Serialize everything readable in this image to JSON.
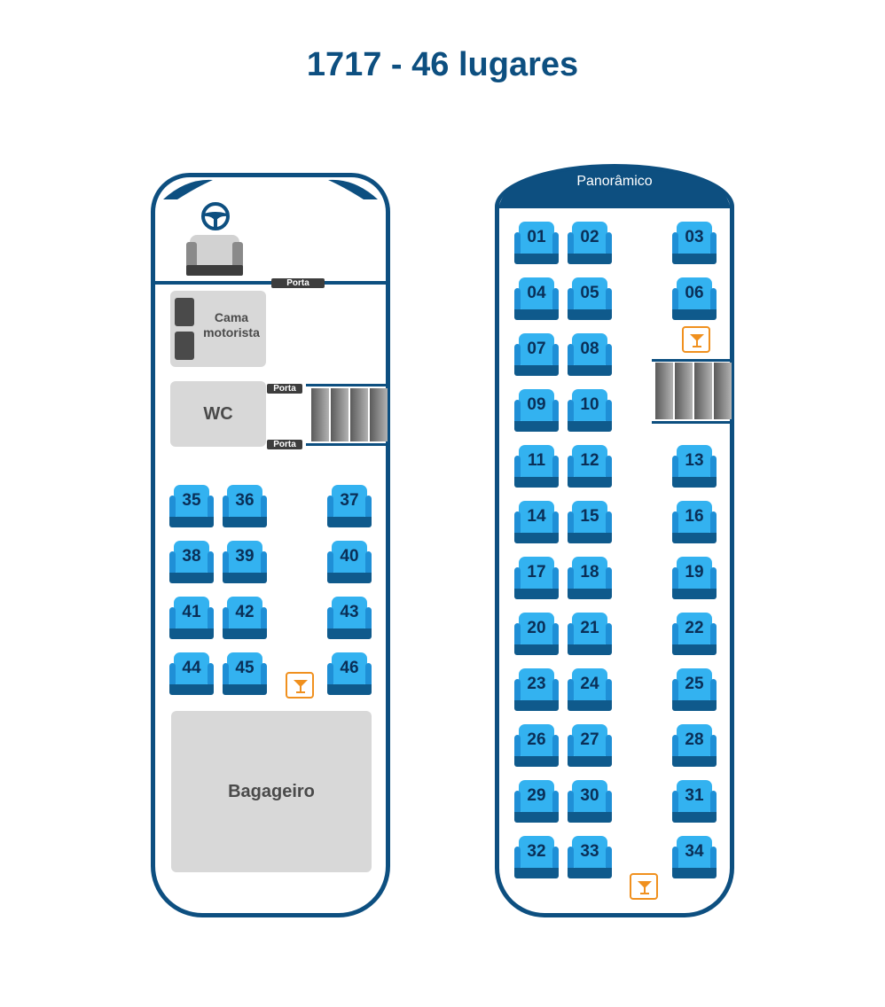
{
  "title": "1717 - 46 lugares",
  "lower_deck": {
    "porta_label": "Porta",
    "cama_label": "Cama motorista",
    "wc_label": "WC",
    "bagageiro_label": "Bagageiro",
    "seats": [
      "35",
      "36",
      "37",
      "38",
      "39",
      "40",
      "41",
      "42",
      "43",
      "44",
      "45",
      "46"
    ]
  },
  "upper_deck": {
    "label": "Panorâmico",
    "seats": [
      "01",
      "02",
      "03",
      "04",
      "05",
      "06",
      "07",
      "08",
      "09",
      "10",
      "11",
      "12",
      "13",
      "14",
      "15",
      "16",
      "17",
      "18",
      "19",
      "20",
      "21",
      "22",
      "23",
      "24",
      "25",
      "26",
      "27",
      "28",
      "29",
      "30",
      "31",
      "32",
      "33",
      "34"
    ]
  },
  "icons": {
    "steering": "steering-wheel-icon",
    "driver_seat": "driver-seat-icon",
    "bar": "cocktail-glass-icon"
  },
  "colors": {
    "primary": "#0d4f80",
    "seat": "#33b2f0",
    "seat_base": "#0f5a8c",
    "bar": "#f0901e"
  }
}
